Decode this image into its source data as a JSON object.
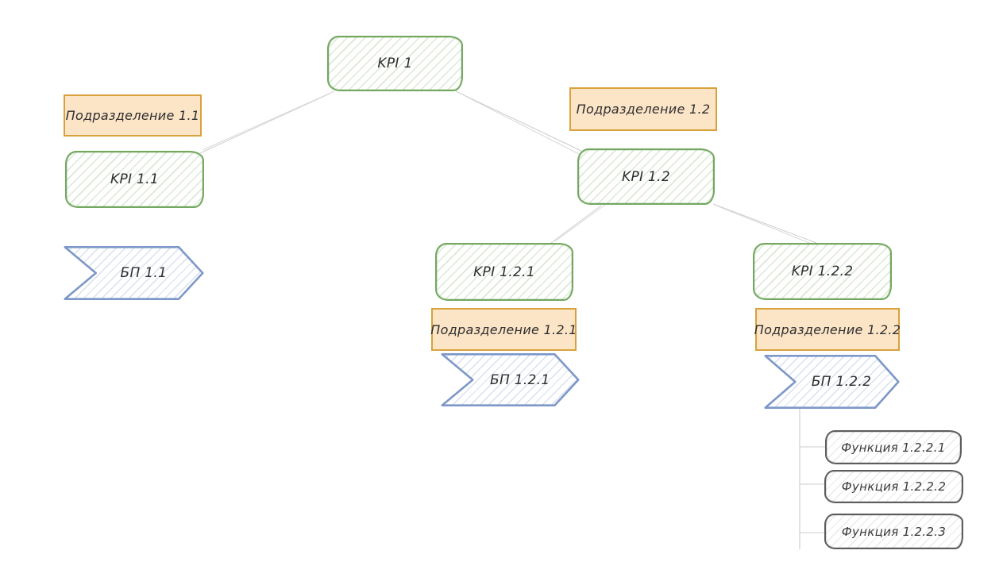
{
  "diagram": {
    "type": "org-kpi-decomposition",
    "colors": {
      "kpi_stroke": "#72a85f",
      "dept_stroke": "#d9a13c",
      "dept_fill": "#fce4c7",
      "bp_stroke": "#7d98c8",
      "func_stroke": "#5d5d5d",
      "connector": "#cccccc",
      "text": "#2e2e2e"
    }
  },
  "nodes": {
    "kpi1": {
      "type": "kpi",
      "label": "KPI 1"
    },
    "dept11": {
      "type": "department",
      "label": "Подразделение 1.1"
    },
    "kpi11": {
      "type": "kpi",
      "label": "KPI 1.1"
    },
    "bp11": {
      "type": "business-process",
      "label": "БП 1.1"
    },
    "dept12": {
      "type": "department",
      "label": "Подразделение 1.2"
    },
    "kpi12": {
      "type": "kpi",
      "label": "KPI 1.2"
    },
    "kpi121": {
      "type": "kpi",
      "label": "KPI 1.2.1"
    },
    "dept121": {
      "type": "department",
      "label": "Подразделение 1.2.1"
    },
    "bp121": {
      "type": "business-process",
      "label": "БП 1.2.1"
    },
    "kpi122": {
      "type": "kpi",
      "label": "KPI 1.2.2"
    },
    "dept122": {
      "type": "department",
      "label": "Подразделение 1.2.2"
    },
    "bp122": {
      "type": "business-process",
      "label": "БП 1.2.2"
    },
    "func1221": {
      "type": "function",
      "label": "Функция 1.2.2.1"
    },
    "func1222": {
      "type": "function",
      "label": "Функция 1.2.2.2"
    },
    "func1223": {
      "type": "function",
      "label": "Функция 1.2.2.3"
    }
  },
  "edges": [
    {
      "from": "KPI 1",
      "to": "KPI 1.1"
    },
    {
      "from": "KPI 1",
      "to": "KPI 1.2"
    },
    {
      "from": "KPI 1.2",
      "to": "KPI 1.2.1"
    },
    {
      "from": "KPI 1.2",
      "to": "KPI 1.2.2"
    },
    {
      "from": "БП 1.2.2",
      "to": "Функция 1.2.2.1"
    },
    {
      "from": "БП 1.2.2",
      "to": "Функция 1.2.2.2"
    },
    {
      "from": "БП 1.2.2",
      "to": "Функция 1.2.2.3"
    }
  ]
}
